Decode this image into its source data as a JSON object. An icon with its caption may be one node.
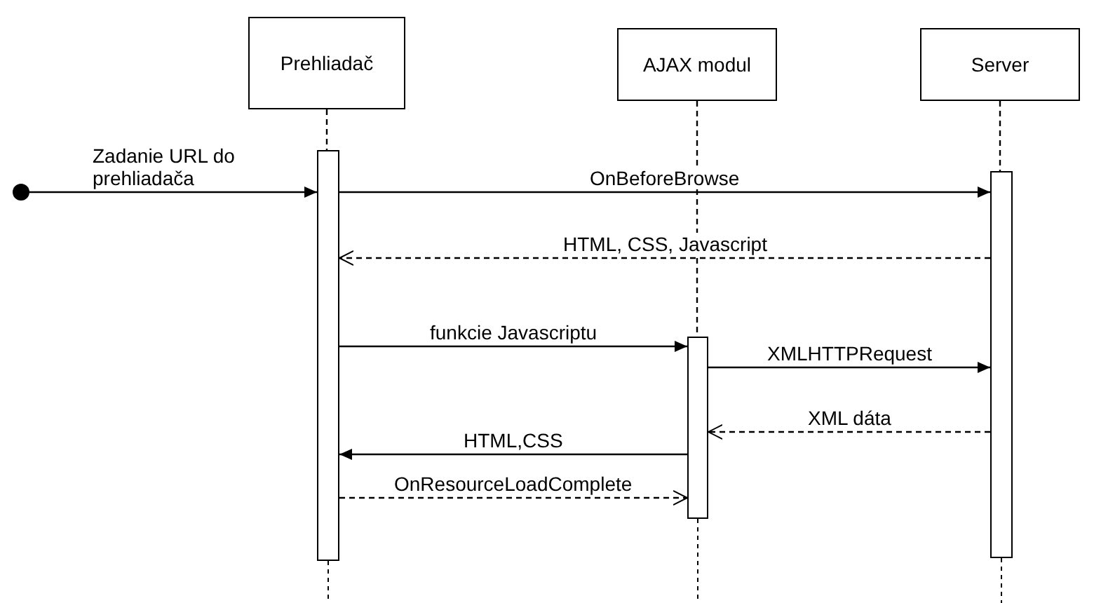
{
  "diagram": {
    "nodes": [
      {
        "text": [
          "Prehliadač"
        ]
      },
      {
        "text": [
          "AJAX modul"
        ]
      },
      {
        "text": [
          "Server"
        ]
      },
      {
        "text": [],
        "shape": "circle"
      },
      {
        "text": [],
        "shape": "bar"
      },
      {
        "text": [],
        "shape": "bar"
      },
      {
        "text": [],
        "shape": "bar"
      }
    ],
    "edges": [
      {
        "from": 0,
        "to": 4,
        "arrow": "none",
        "style": "dashed"
      },
      {
        "from": 1,
        "to": 6,
        "arrow": "none",
        "style": "dashed"
      },
      {
        "from": 2,
        "to": 5,
        "arrow": "none",
        "style": "dashed"
      },
      {
        "from": 3,
        "to": 4,
        "arrow": "to",
        "label": "Zadanie URL do prehliadača"
      },
      {
        "from": 4,
        "to": 5,
        "arrow": "to",
        "label": "OnBeforeBrowse"
      },
      {
        "from": 5,
        "to": 4,
        "arrow": "to",
        "label": "HTML, CSS, Javascript",
        "style": "dashed"
      },
      {
        "from": 4,
        "to": 6,
        "arrow": "to",
        "label": "funkcie Javascriptu"
      },
      {
        "from": 6,
        "to": 5,
        "arrow": "to",
        "label": "XMLHTTPRequest"
      },
      {
        "from": 5,
        "to": 6,
        "arrow": "to",
        "label": "XML dáta",
        "style": "dashed"
      },
      {
        "from": 6,
        "to": 4,
        "arrow": "to",
        "label": "HTML,CSS"
      },
      {
        "from": 4,
        "to": 6,
        "arrow": "to",
        "label": "OnResourceLoadComplete",
        "style": "dashed"
      }
    ]
  }
}
